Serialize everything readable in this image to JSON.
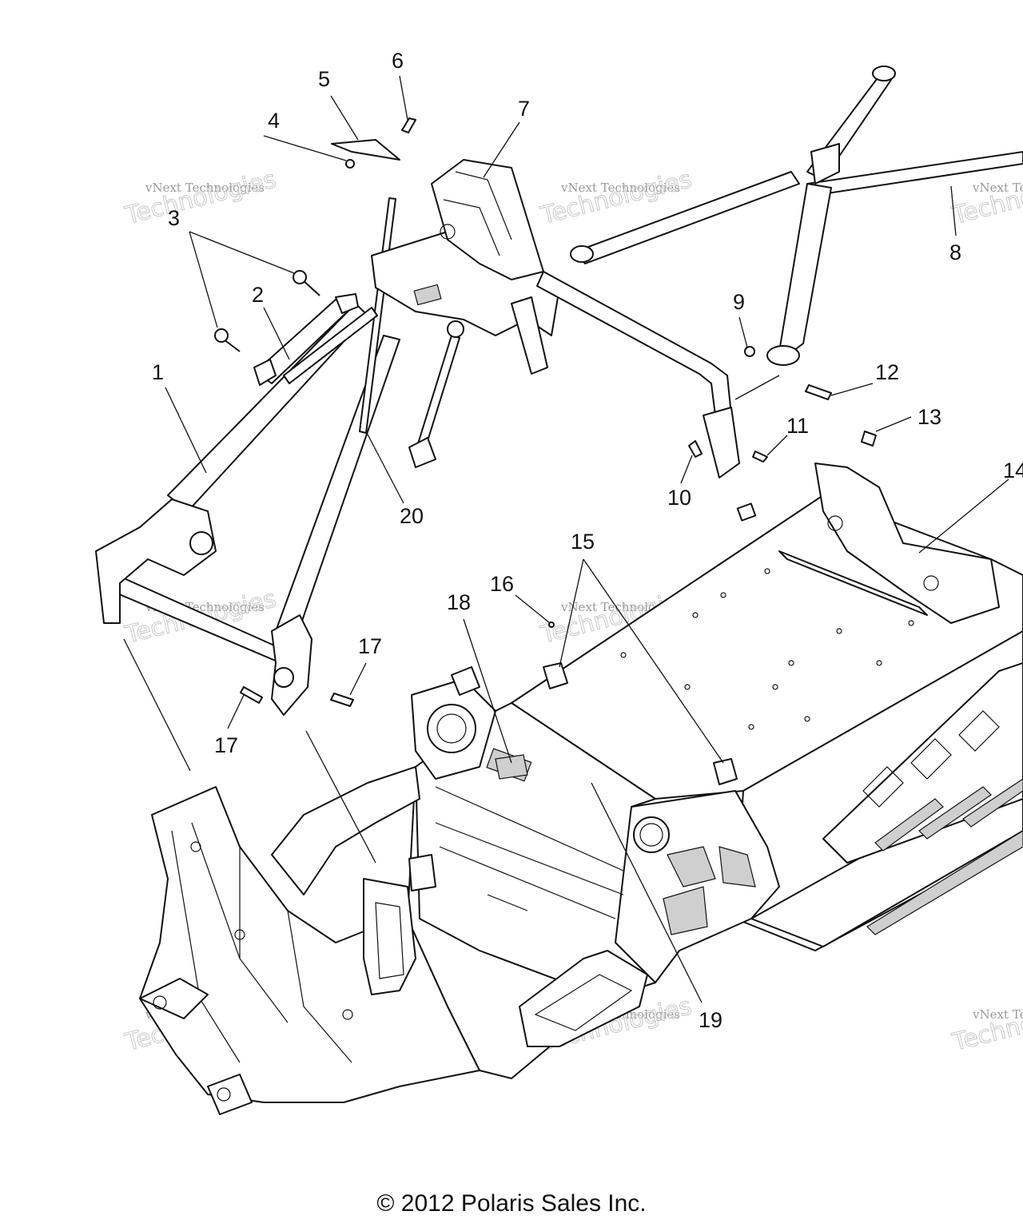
{
  "diagram": {
    "callouts": [
      "1",
      "2",
      "3",
      "4",
      "5",
      "6",
      "7",
      "8",
      "9",
      "10",
      "11",
      "12",
      "13",
      "14",
      "15",
      "16",
      "17",
      "17",
      "18",
      "19",
      "20"
    ],
    "watermark_text": "vNext Technologies",
    "watermark_big": "Technologies",
    "watermark_small_top": "vNext"
  },
  "footer": {
    "copyright": "© 2012 Polaris Sales Inc."
  }
}
